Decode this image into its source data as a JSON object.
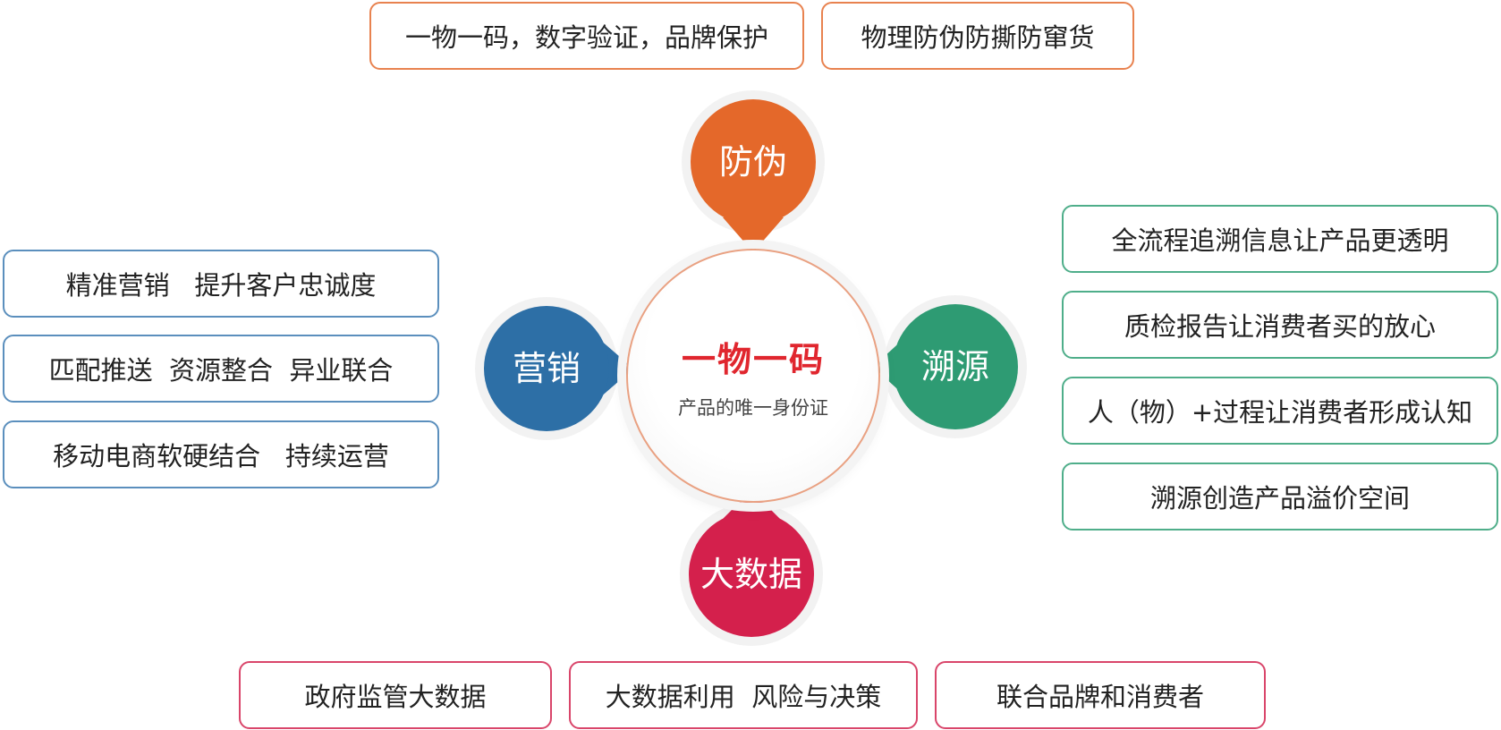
{
  "center": {
    "title": "一物一码",
    "subtitle": "产品的唯一身份证"
  },
  "nodes": {
    "anti_counterfeit": {
      "label": "防伪",
      "color": "#e4682a"
    },
    "marketing": {
      "label": "营销",
      "color": "#2d6fa6"
    },
    "traceability": {
      "label": "溯源",
      "color": "#2e9b73"
    },
    "big_data": {
      "label": "大数据",
      "color": "#d4204c"
    }
  },
  "top_boxes": [
    "一物一码，数字验证，品牌保护",
    "物理防伪防撕防窜货"
  ],
  "left_boxes": [
    "精准营销   提升客户忠诚度",
    "匹配推送  资源整合  异业联合",
    "移动电商软硬结合   持续运营"
  ],
  "right_boxes": [
    "全流程追溯信息让产品更透明",
    "质检报告让消费者买的放心",
    "人（物）+过程让消费者形成认知",
    "溯源创造产品溢价空间"
  ],
  "bottom_boxes": [
    "政府监管大数据",
    "大数据利用  风险与决策",
    "联合品牌和消费者"
  ]
}
